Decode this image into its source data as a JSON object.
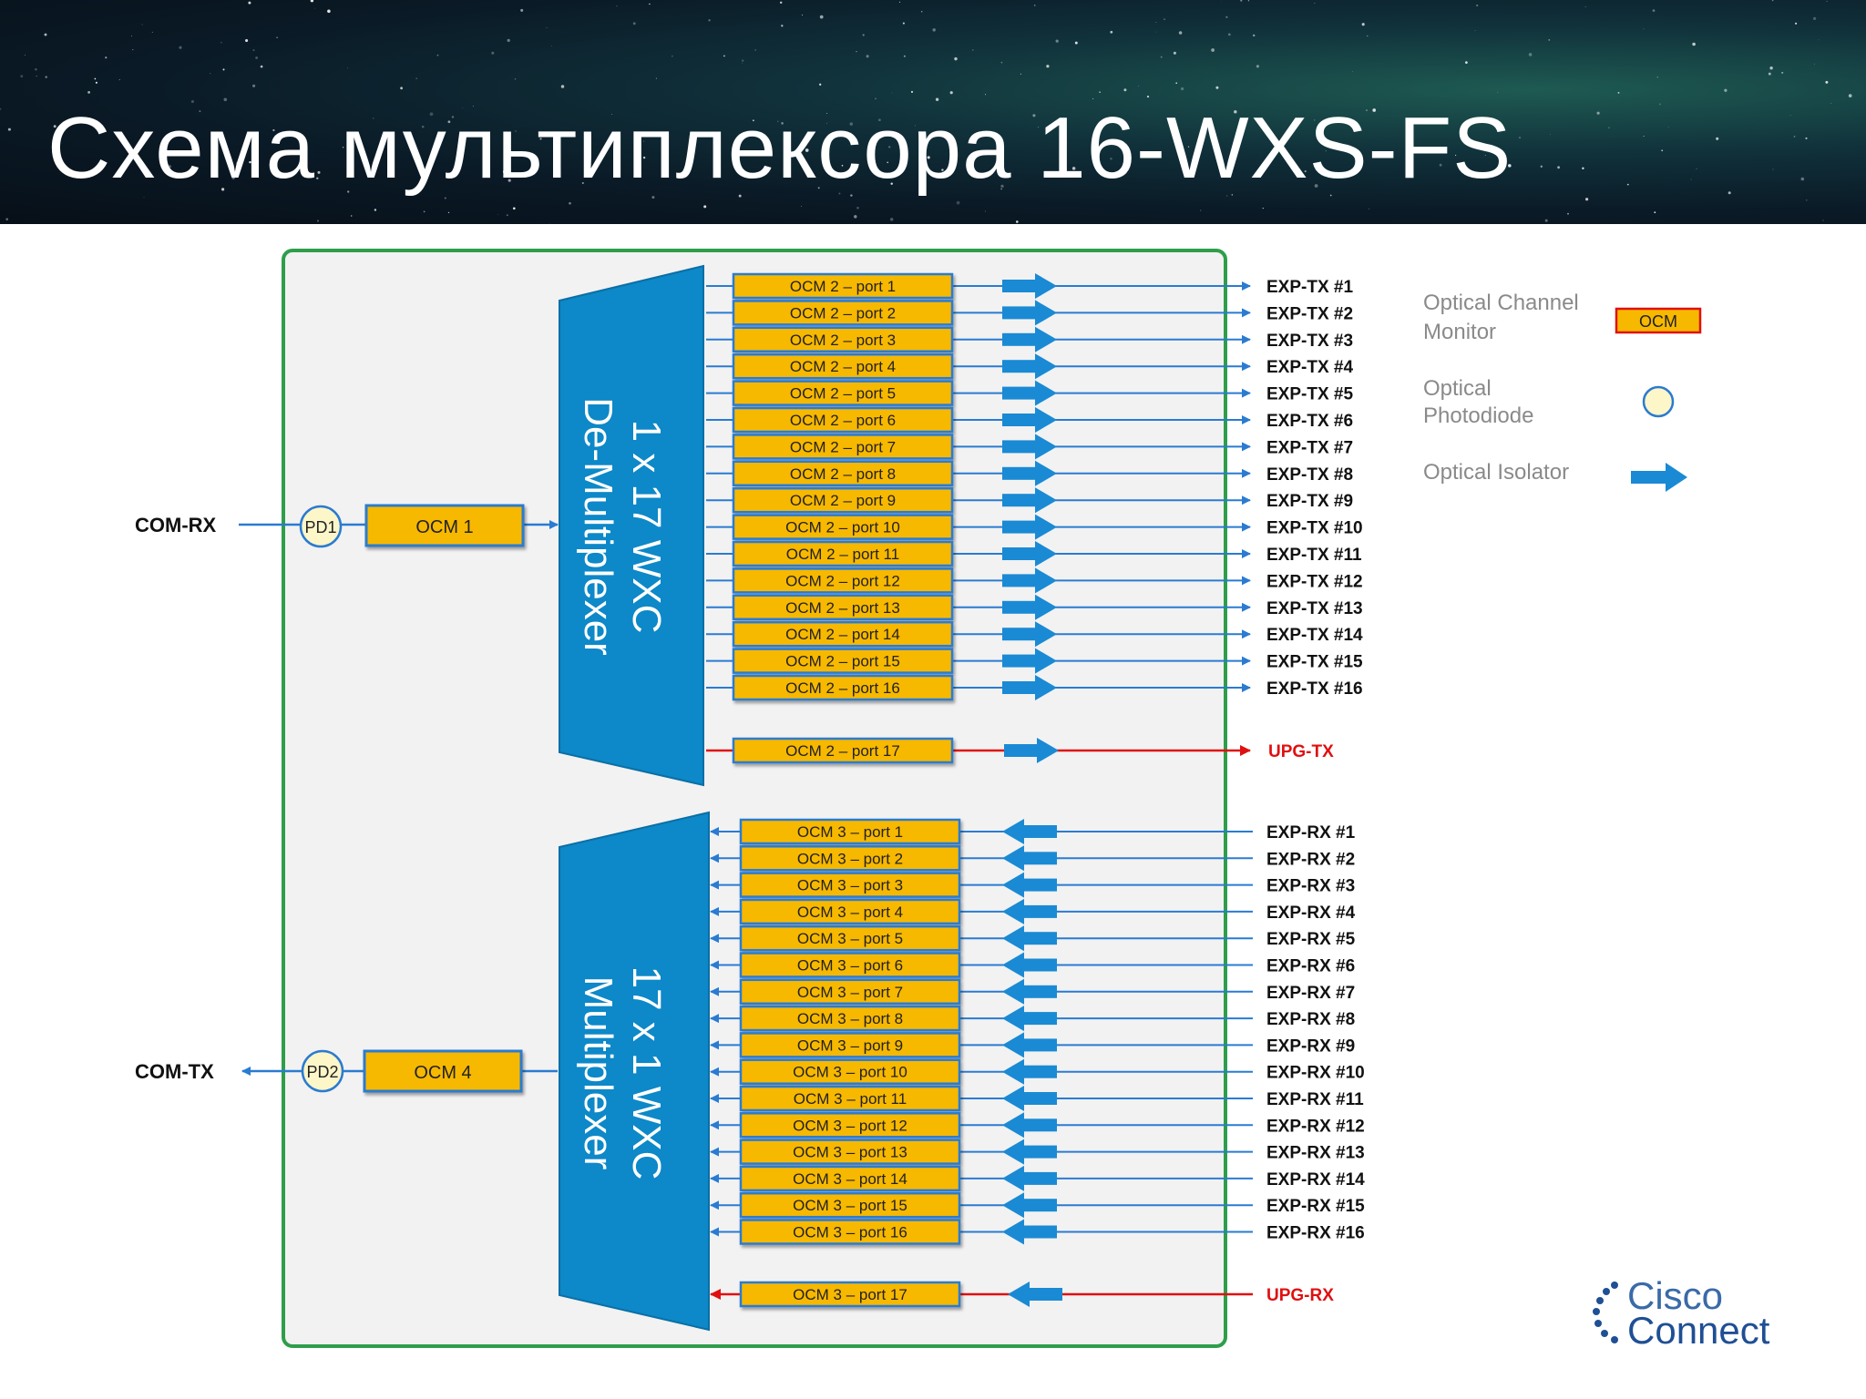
{
  "slide_title": "Схема мультиплексора 16-WXS-FS",
  "colors": {
    "module_border": "#2e9e4a",
    "module_fill": "#f2f2f2",
    "wxc_blue": "#0d88c8",
    "ocm_fill": "#f7b800",
    "ocm_border": "#2a7bd1",
    "line_blue": "#2a7bd1",
    "line_red": "#e01010",
    "arrow_blue": "#1a8ad4",
    "pd_fill": "#fdf6c8"
  },
  "left_ports": {
    "com_rx": "COM-RX",
    "com_tx": "COM-TX"
  },
  "photodiodes": {
    "pd1": "PD1",
    "pd2": "PD2"
  },
  "ocm_main": {
    "ocm1": "OCM 1",
    "ocm4": "OCM 4"
  },
  "demux": {
    "line1": "1 x 17 WXC",
    "line2": "De-Multiplexer",
    "ports": [
      "OCM 2 – port 1",
      "OCM 2 – port 2",
      "OCM 2 – port 3",
      "OCM 2 – port 4",
      "OCM 2 – port 5",
      "OCM 2 – port 6",
      "OCM 2 – port 7",
      "OCM 2 – port 8",
      "OCM 2 – port 9",
      "OCM 2 – port 10",
      "OCM 2 – port 11",
      "OCM 2 – port 12",
      "OCM 2 – port 13",
      "OCM 2 – port 14",
      "OCM 2 – port 15",
      "OCM 2 – port 16"
    ],
    "outputs": [
      "EXP-TX #1",
      "EXP-TX #2",
      "EXP-TX #3",
      "EXP-TX #4",
      "EXP-TX #5",
      "EXP-TX #6",
      "EXP-TX #7",
      "EXP-TX #8",
      "EXP-TX #9",
      "EXP-TX #10",
      "EXP-TX #11",
      "EXP-TX #12",
      "EXP-TX #13",
      "EXP-TX #14",
      "EXP-TX #15",
      "EXP-TX #16"
    ],
    "upgrade_port": "OCM 2 – port 17",
    "upgrade_output": "UPG-TX"
  },
  "mux": {
    "line1": "17 x 1 WXC",
    "line2": "Multiplexer",
    "ports": [
      "OCM 3 – port 1",
      "OCM 3 – port 2",
      "OCM 3 – port 3",
      "OCM 3 – port 4",
      "OCM 3 – port 5",
      "OCM 3 – port 6",
      "OCM 3 – port 7",
      "OCM 3 – port 8",
      "OCM 3 – port 9",
      "OCM 3 – port 10",
      "OCM 3 – port 11",
      "OCM 3 – port 12",
      "OCM 3 – port 13",
      "OCM 3 – port 14",
      "OCM 3 – port 15",
      "OCM 3 – port 16"
    ],
    "inputs": [
      "EXP-RX #1",
      "EXP-RX #2",
      "EXP-RX #3",
      "EXP-RX #4",
      "EXP-RX #5",
      "EXP-RX #6",
      "EXP-RX #7",
      "EXP-RX #8",
      "EXP-RX #9",
      "EXP-RX #10",
      "EXP-RX #11",
      "EXP-RX #12",
      "EXP-RX #13",
      "EXP-RX #14",
      "EXP-RX #15",
      "EXP-RX #16"
    ],
    "upgrade_port": "OCM 3 – port 17",
    "upgrade_input": "UPG-RX"
  },
  "legend": {
    "ocm_label_line1": "Optical Channel",
    "ocm_label_line2": "Monitor",
    "ocm_symbol": "OCM",
    "pd_label_line1": "Optical",
    "pd_label_line2": "Photodiode",
    "iso_label": "Optical Isolator"
  },
  "logo": {
    "word1": "Cisco",
    "word2": "Connect"
  }
}
